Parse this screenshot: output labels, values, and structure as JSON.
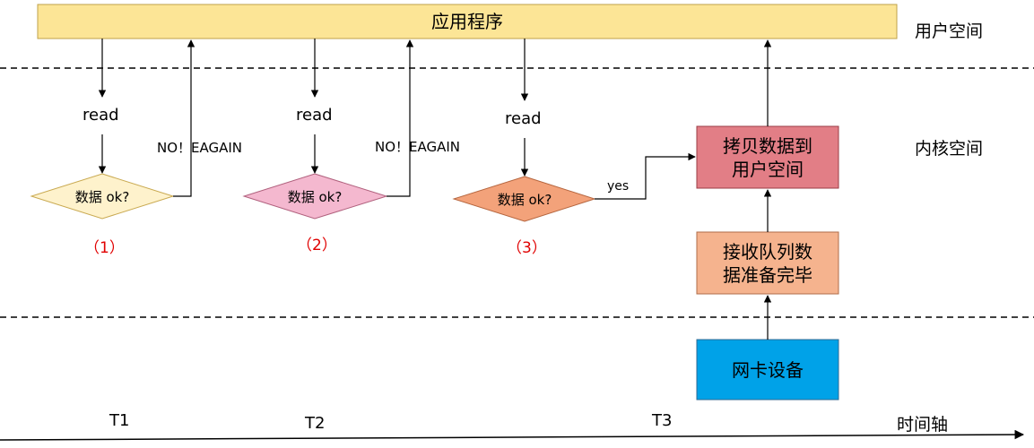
{
  "app_box": {
    "label": "应用程序"
  },
  "spaces": {
    "user": "用户空间",
    "kernel": "内核空间"
  },
  "steps": [
    {
      "read": "read",
      "check": "数据 ok?",
      "result": "NO！EAGAIN",
      "number": "（1）"
    },
    {
      "read": "read",
      "check": "数据 ok?",
      "result": "NO！EAGAIN",
      "number": "（2）"
    },
    {
      "read": "read",
      "check": "数据 ok?",
      "result": "yes",
      "number": "（3）"
    }
  ],
  "kernel_boxes": {
    "copy": "拷贝数据到用户空间",
    "queue": "接收队列数据准备完毕",
    "nic": "网卡设备"
  },
  "timeline": {
    "label": "时间轴",
    "ticks": [
      "T1",
      "T2",
      "T3"
    ]
  },
  "colors": {
    "app_box": "#FCE596",
    "diamond_1": "#FEF2CC",
    "diamond_2": "#F4B8CF",
    "diamond_3": "#F3A27A",
    "copy_box": "#E27E86",
    "queue_box": "#F5B38E",
    "nic_box": "#00A2E8",
    "step_number": "#E00000"
  }
}
